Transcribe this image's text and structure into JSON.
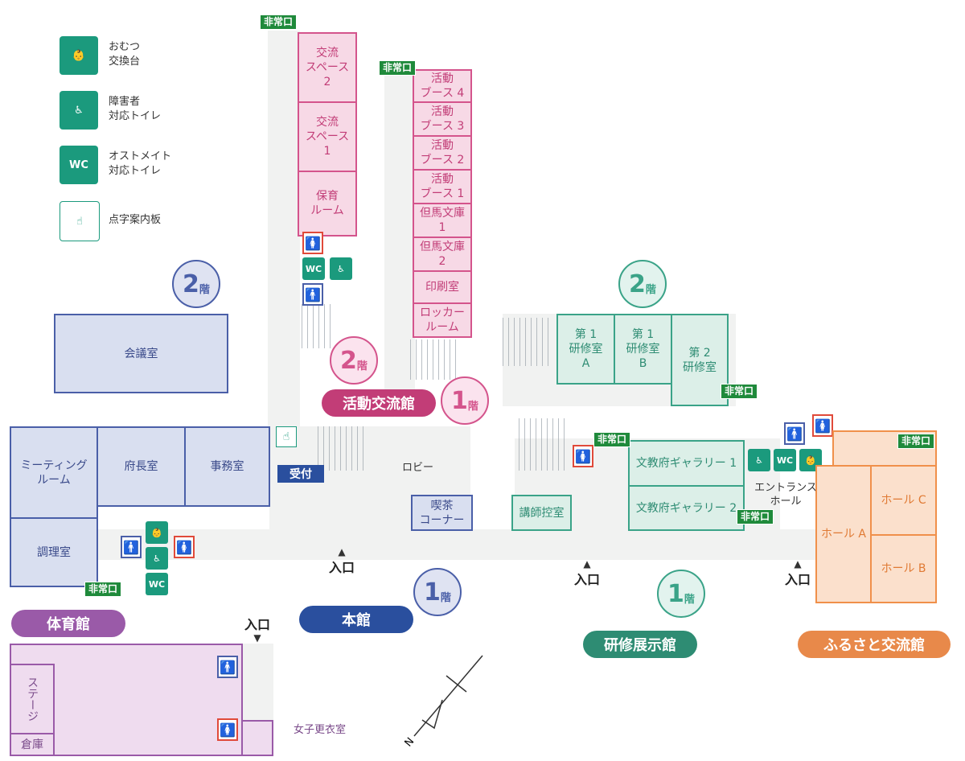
{
  "legend": [
    {
      "icon": "diaper-changing-icon",
      "label": "おむつ\n交換台"
    },
    {
      "icon": "accessible-toilet-icon",
      "label": "障害者\n対応トイレ"
    },
    {
      "icon": "ostomate-toilet-icon",
      "label": "オストメイト\n対応トイレ"
    },
    {
      "icon": "braille-guide-board-icon",
      "label": "点字案内板"
    }
  ],
  "buildings": {
    "main": "本館",
    "gym": "体育館",
    "activity": "活動交流館",
    "training": "研修展示館",
    "furusato": "ふるさと交流館"
  },
  "floors": {
    "main_2f": {
      "n": "2",
      "k": "階"
    },
    "main_1f": {
      "n": "1",
      "k": "階"
    },
    "activity_2f": {
      "n": "2",
      "k": "階"
    },
    "activity_1f": {
      "n": "1",
      "k": "階"
    },
    "training_2f": {
      "n": "2",
      "k": "階"
    },
    "training_1f": {
      "n": "1",
      "k": "階"
    }
  },
  "rooms": {
    "kaigishitsu": "会議室",
    "meeting": "ミーティング\nルーム",
    "fuchoshitsu": "府長室",
    "jimushitsu": "事務室",
    "chorishitsu": "調理室",
    "uketsuke": "受付",
    "lobby": "ロビー",
    "kissa": "喫茶\nコーナー",
    "koushi": "講師控室",
    "koryu2": "交流\nスペース\n2",
    "koryu1": "交流\nスペース\n1",
    "hoiku": "保育\nルーム",
    "booth4": "活動\nブース 4",
    "booth3": "活動\nブース 3",
    "booth2": "活動\nブース 2",
    "booth1": "活動\nブース 1",
    "tajima1": "但馬文庫\n1",
    "tajima2": "但馬文庫\n2",
    "insatsu": "印刷室",
    "locker": "ロッカー\nルーム",
    "kenshuA": "第 1\n研修室\nA",
    "kenshuB": "第 1\n研修室\nB",
    "kenshu2": "第 2\n研修室",
    "gallery1": "文教府ギャラリー 1",
    "gallery2": "文教府ギャラリー 2",
    "entrance_hall": "エントランス\nホール",
    "hallA": "ホール A",
    "hallB": "ホール B",
    "hallC": "ホール C",
    "stage": "ステージ",
    "souko": "倉庫",
    "locker_women": "女子更衣室"
  },
  "exits": {
    "label": "非常口"
  },
  "entrances": {
    "label": "入口"
  },
  "icons": {
    "wc": "WC"
  }
}
